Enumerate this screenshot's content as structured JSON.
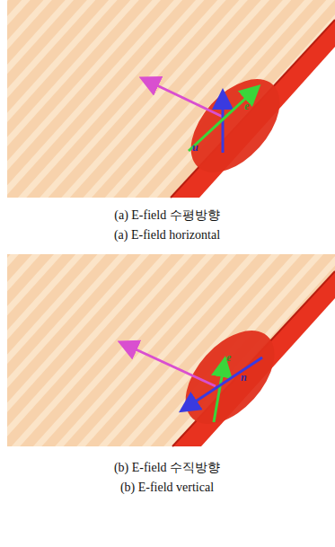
{
  "diagram": {
    "labels": [
      "e",
      "u",
      "(a) E-field 수평방향",
      "(a) E-field horizontal",
      "e",
      "n",
      "(b) E-field 수직방향",
      "(b) E-field vertical"
    ]
  }
}
